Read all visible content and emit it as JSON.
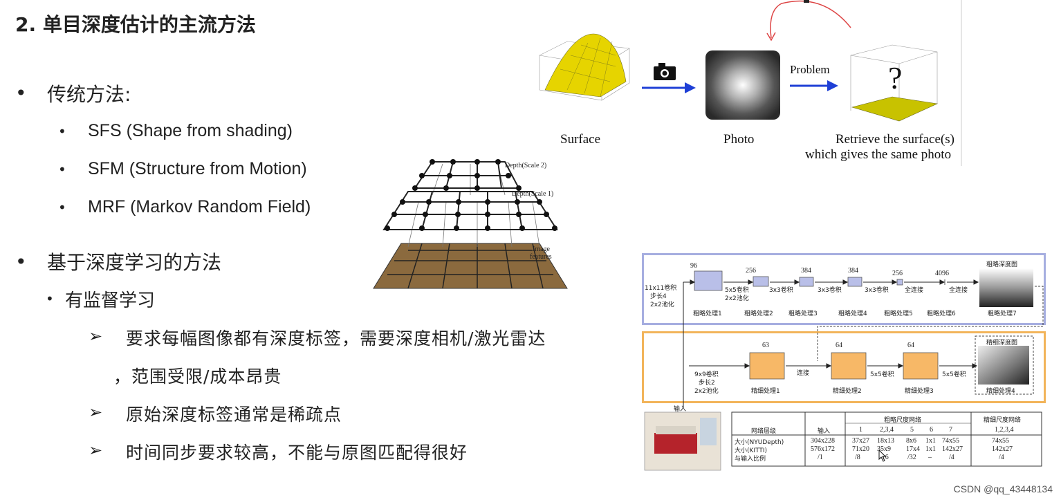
{
  "title": "2. 单目深度估计的主流方法",
  "traditional": {
    "heading": "传统方法:",
    "items": [
      "SFS (Shape from shading)",
      "SFM (Structure from Motion)",
      "MRF (Markov Random Field)"
    ]
  },
  "deep": {
    "heading": "基于深度学习的方法",
    "supervised": "有监督学习",
    "points": [
      "要求每幅图像都有深度标签，需要深度相机/激光雷达",
      "，范围受限/成本昂贵",
      "原始深度标签通常是稀疏点",
      "时间同步要求较高，不能与原图匹配得很好"
    ]
  },
  "sfs_figure": {
    "surface_label": "Surface",
    "photo_label": "Photo",
    "problem_label": "Problem",
    "question_mark": "?",
    "retrieve_line1": "Retrieve the surface(s)",
    "retrieve_line2": "which gives the same photo"
  },
  "mrf_figure": {
    "scale2": "Depth(Scale 2)",
    "scale1": "Depth(Scale 1)",
    "image_features_1": "Image",
    "image_features_2": "features"
  },
  "net_figure": {
    "coarse": {
      "conv1_a": "11x11卷积",
      "conv1_b": "步长4",
      "conv1_c": "2x2池化",
      "c96": "96",
      "c256": "256",
      "pool2_a": "5x5卷积",
      "pool2_b": "2x2池化",
      "c384a": "384",
      "k3a": "3x3卷积",
      "c384b": "384",
      "k3b": "3x3卷积",
      "k3c": "3x3卷积",
      "c256b": "256",
      "fc1": "全连接",
      "c4096": "4096",
      "fc2": "全连接",
      "out": "粗略深度图",
      "stages": [
        "粗略处理1",
        "粗略处理2",
        "粗略处理3",
        "粗略处理4",
        "粗略处理5",
        "粗略处理6",
        "粗略处理7"
      ]
    },
    "fine": {
      "conv_a": "9x9卷积",
      "conv_b": "步长2",
      "conv_c": "2x2池化",
      "c63": "63",
      "concat": "连接",
      "c64a": "64",
      "k5a": "5x5卷积",
      "c64b": "64",
      "k5b": "5x5卷积",
      "out": "精细深度图",
      "stages": [
        "精细处理1",
        "精细处理2",
        "精细处理3",
        "精细处理4"
      ]
    },
    "input_label": "输入",
    "table": {
      "group_coarse": "粗略尺度网络",
      "group_fine": "精细尺度网络",
      "header": [
        "网络层级",
        "输入",
        "1",
        "2,3,4",
        "5",
        "6",
        "7",
        "1,2,3,4"
      ],
      "rows": [
        [
          "大小(NYUDepth)",
          "304x228",
          "37x27",
          "18x13",
          "8x6",
          "1x1",
          "74x55",
          "74x55"
        ],
        [
          "大小(KITTI)",
          "576x172",
          "71x20",
          "35x9",
          "17x4",
          "1x1",
          "142x27",
          "142x27"
        ],
        [
          "与输入比例",
          "/1",
          "/8",
          "/16",
          "/32",
          "–",
          "/4",
          "/4"
        ]
      ]
    }
  },
  "watermark": "CSDN @qq_43448134"
}
